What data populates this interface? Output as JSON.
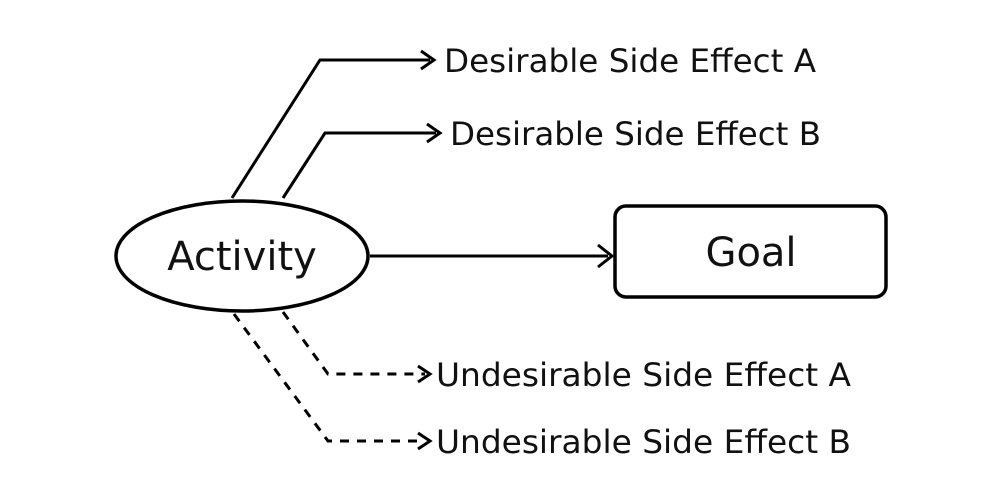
{
  "nodes": {
    "activity": {
      "label": "Activity"
    },
    "goal": {
      "label": "Goal"
    }
  },
  "side_effects": {
    "desirable_a": {
      "label": "Desirable Side Effect A",
      "style": "solid"
    },
    "desirable_b": {
      "label": "Desirable Side Effect B",
      "style": "solid"
    },
    "undesirable_a": {
      "label": "Undesirable Side Effect A",
      "style": "dashed"
    },
    "undesirable_b": {
      "label": "Undesirable Side Effect B",
      "style": "dashed"
    }
  },
  "colors": {
    "stroke": "#000000",
    "text": "#111111",
    "background": "#ffffff"
  }
}
